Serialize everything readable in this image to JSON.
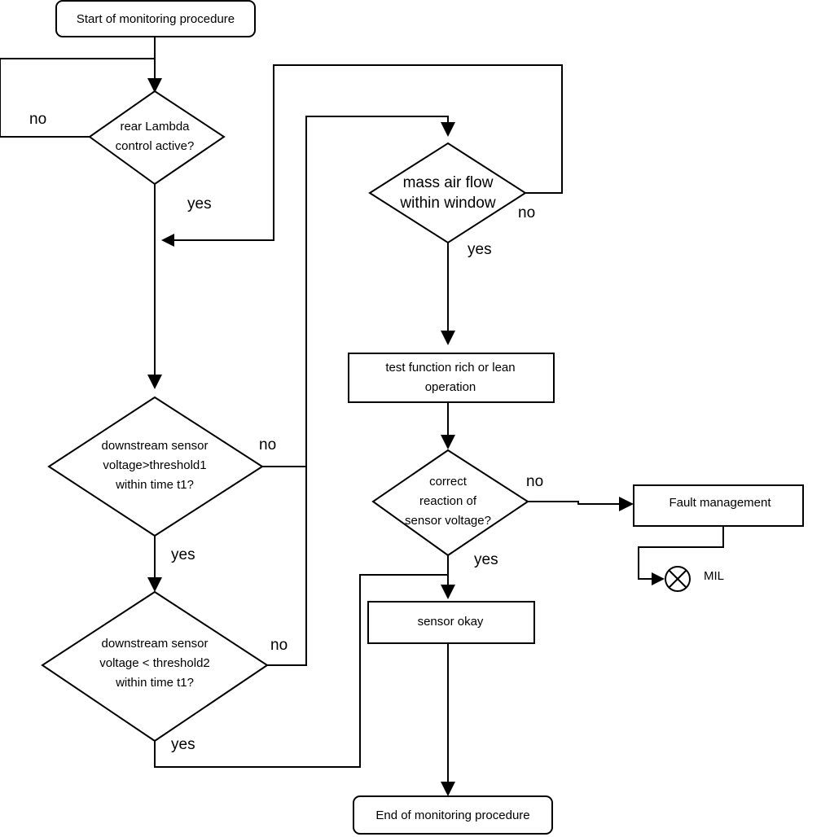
{
  "nodes": {
    "start": "Start of monitoring procedure",
    "rear_lambda": [
      "rear Lambda",
      "control active?"
    ],
    "downstream_1": [
      "downstream sensor",
      "voltage>threshold1",
      "within time t1?"
    ],
    "downstream_2": [
      "downstream sensor",
      "voltage < threshold2",
      "within time t1?"
    ],
    "mass_air_flow": [
      "mass air flow",
      "within window"
    ],
    "test_function": [
      "test function rich or lean",
      "operation"
    ],
    "correct_reaction": [
      "correct",
      "reaction of",
      "sensor voltage?"
    ],
    "fault_management": "Fault management",
    "mil": "MIL",
    "sensor_okay": "sensor okay",
    "end": "End of monitoring procedure"
  },
  "edge_labels": {
    "rear_lambda_no": "no",
    "rear_lambda_yes": "yes",
    "downstream_1_no": "no",
    "downstream_1_yes": "yes",
    "downstream_2_no": "no",
    "downstream_2_yes": "yes",
    "mass_air_flow_no": "no",
    "mass_air_flow_yes": "yes",
    "correct_reaction_no": "no",
    "correct_reaction_yes": "yes"
  }
}
